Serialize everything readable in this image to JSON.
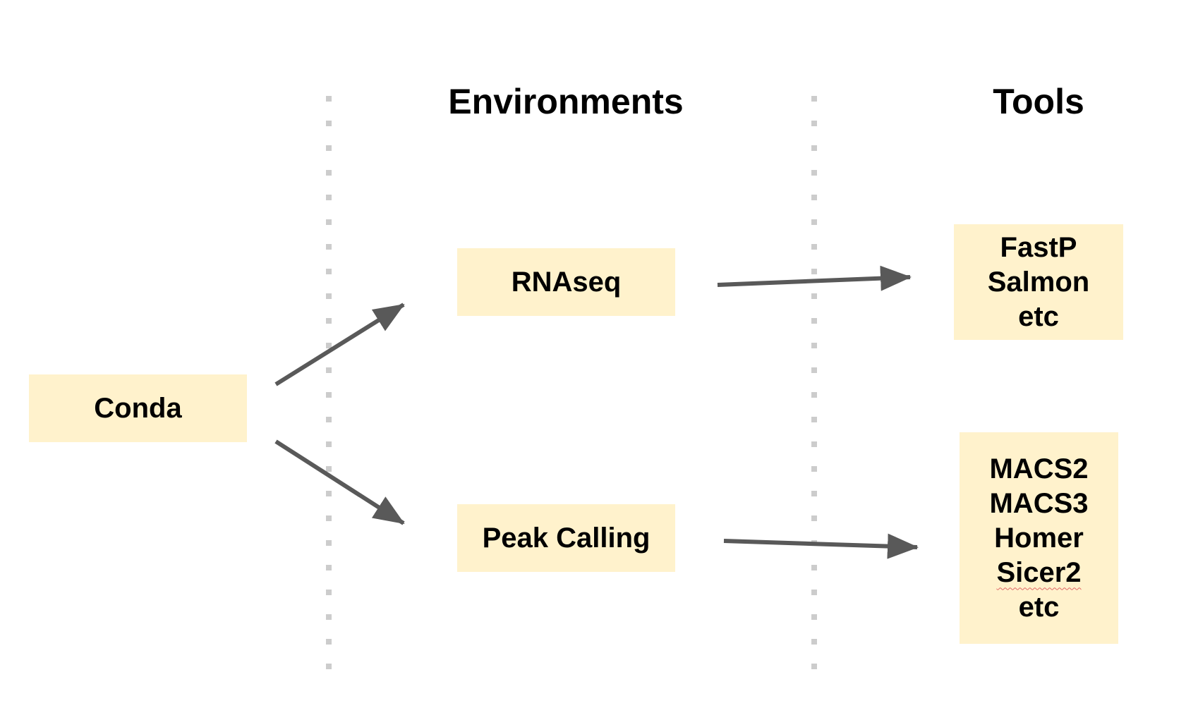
{
  "headings": {
    "environments": "Environments",
    "tools": "Tools"
  },
  "nodes": {
    "conda": {
      "label": "Conda"
    },
    "rnaseq": {
      "label": "RNAseq"
    },
    "peak_calling": {
      "label": "Peak Calling"
    },
    "rnaseq_tools": {
      "lines": [
        "FastP",
        "Salmon",
        "etc"
      ]
    },
    "peak_tools": {
      "lines": [
        "MACS2",
        "MACS3",
        "Homer",
        "Sicer2",
        "etc"
      ]
    }
  },
  "edges": [
    {
      "from": "conda",
      "to": "rnaseq"
    },
    {
      "from": "conda",
      "to": "peak_calling"
    },
    {
      "from": "rnaseq",
      "to": "rnaseq_tools"
    },
    {
      "from": "peak_calling",
      "to": "peak_tools"
    }
  ],
  "colors": {
    "box_fill": "#fff2cc",
    "arrow": "#595959",
    "divider": "#cccccc",
    "text": "#000000",
    "spellcheck": "#e06666"
  }
}
